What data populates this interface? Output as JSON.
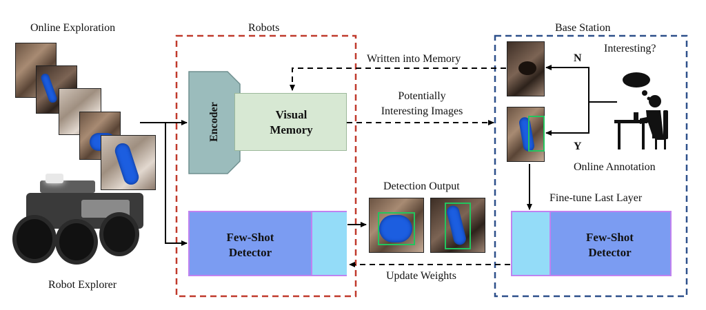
{
  "sections": {
    "online_exploration": "Online Exploration",
    "robots": "Robots",
    "base_station": "Base Station",
    "robot_explorer": "Robot Explorer"
  },
  "blocks": {
    "encoder": "Encoder",
    "visual_memory_line1": "Visual",
    "visual_memory_line2": "Memory",
    "detector_line1": "Few-Shot",
    "detector_line2": "Detector",
    "detector2_line1": "Few-Shot",
    "detector2_line2": "Detector"
  },
  "flows": {
    "written_into_memory": "Written into Memory",
    "potentially_line1": "Potentially",
    "potentially_line2": "Interesting Images",
    "detection_output": "Detection Output",
    "update_weights": "Update Weights",
    "fine_tune": "Fine-tune Last Layer"
  },
  "annotation": {
    "question": "Interesting?",
    "no": "N",
    "yes": "Y",
    "online_annotation": "Online Annotation"
  },
  "colors": {
    "robots_border": "#c0392b",
    "base_border": "#2c4f8a",
    "encoder_fill": "#9bbcbc",
    "memory_fill": "#d7e8d3",
    "detector_fill": "#7b9cf2",
    "detector_accent": "#94dcf8",
    "detector_border": "#c082f0"
  }
}
